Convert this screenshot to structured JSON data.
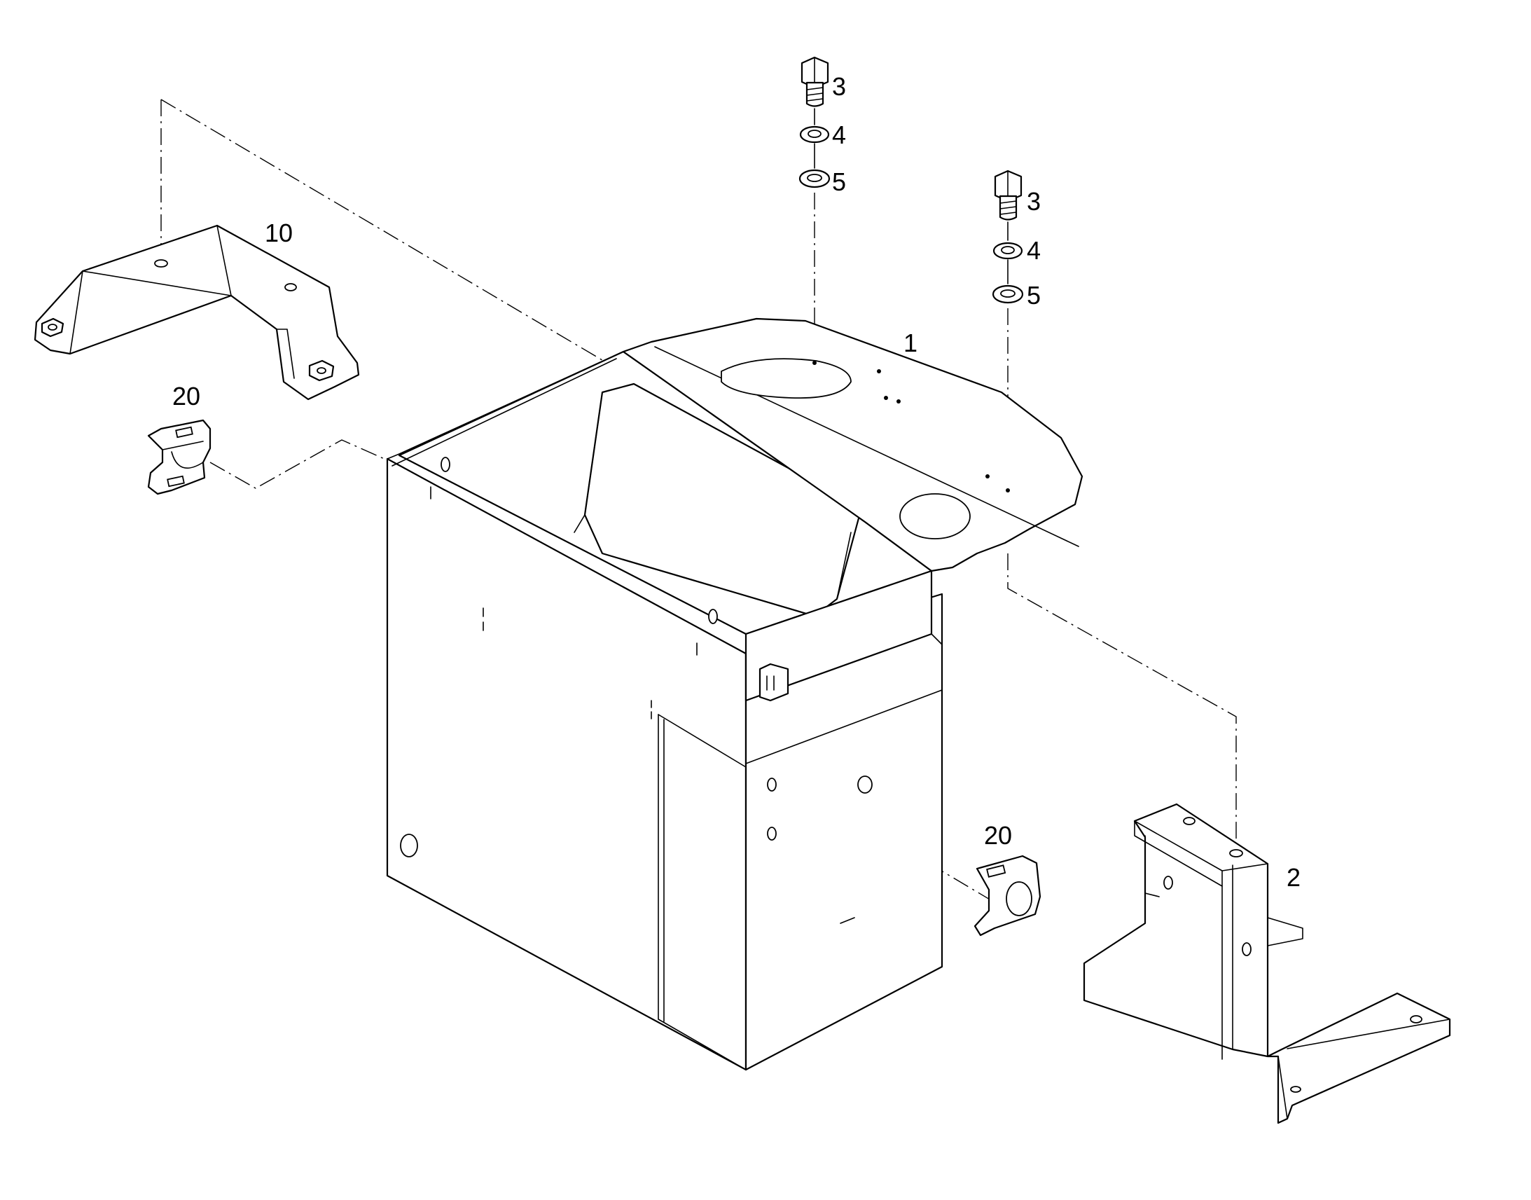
{
  "callouts": {
    "part_1": "1",
    "part_2": "2",
    "bolt_a": "3",
    "lockwasher_a": "4",
    "washer_a": "5",
    "bolt_b": "3",
    "lockwasher_b": "4",
    "washer_b": "5",
    "bracket_10": "10",
    "clamp_20_left": "20",
    "clamp_20_right": "20"
  },
  "colors": {
    "line": "#000000",
    "background": "#ffffff"
  }
}
